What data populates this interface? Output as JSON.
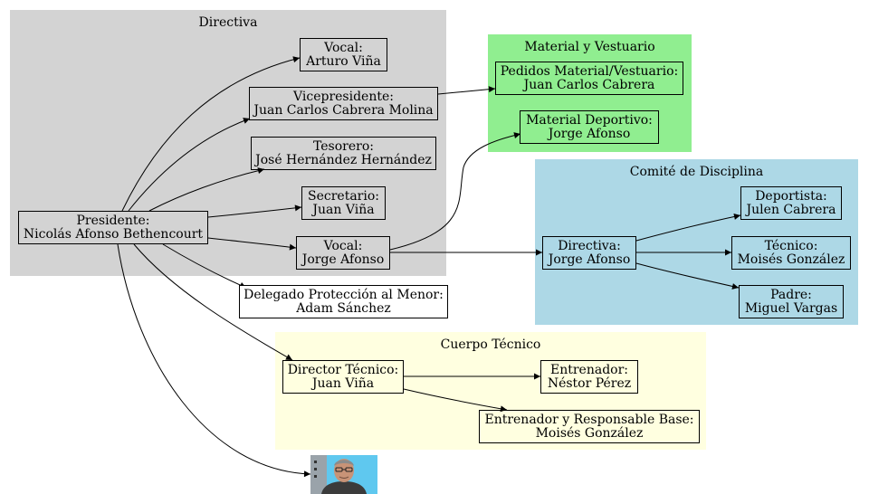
{
  "colors": {
    "directiva_bg": "#d3d3d3",
    "material_bg": "#90ee90",
    "disciplina_bg": "#add8e6",
    "tecnico_bg": "#ffffe0",
    "edge": "#000000"
  },
  "clusters": {
    "directiva": {
      "title": "Directiva"
    },
    "material": {
      "title": "Material y Vestuario"
    },
    "disciplina": {
      "title": "Comité de Disciplina"
    },
    "tecnico": {
      "title": "Cuerpo Técnico"
    }
  },
  "nodes": {
    "presidente": {
      "role": "Presidente:",
      "name": "Nicolás Afonso Bethencourt"
    },
    "vocal_arturo": {
      "role": "Vocal:",
      "name": "Arturo Viña"
    },
    "vicepresidente": {
      "role": "Vicepresidente:",
      "name": "Juan Carlos Cabrera Molina"
    },
    "tesorero": {
      "role": "Tesorero:",
      "name": "José Hernández Hernández"
    },
    "secretario": {
      "role": "Secretario:",
      "name": "Juan Viña"
    },
    "vocal_jorge": {
      "role": "Vocal:",
      "name": "Jorge Afonso"
    },
    "delegado": {
      "role": "Delegado Protección al Menor:",
      "name": "Adam Sánchez"
    },
    "pedidos": {
      "role": "Pedidos Material/Vestuario:",
      "name": "Juan Carlos Cabrera"
    },
    "material_dep": {
      "role": "Material Deportivo:",
      "name": "Jorge Afonso"
    },
    "disc_directiva": {
      "role": "Directiva:",
      "name": "Jorge Afonso"
    },
    "deportista": {
      "role": "Deportista:",
      "name": "Julen Cabrera"
    },
    "tecnico_disc": {
      "role": "Técnico:",
      "name": "Moisés González"
    },
    "padre": {
      "role": "Padre:",
      "name": "Miguel Vargas"
    },
    "director": {
      "role": "Director Técnico:",
      "name": "Juan Viña"
    },
    "entrenador": {
      "role": "Entrenador:",
      "name": "Néstor Pérez"
    },
    "entrenador_base": {
      "role": "Entrenador y Responsable Base:",
      "name": "Moisés González"
    }
  },
  "icons": {
    "photo": "person-photo-icon"
  }
}
